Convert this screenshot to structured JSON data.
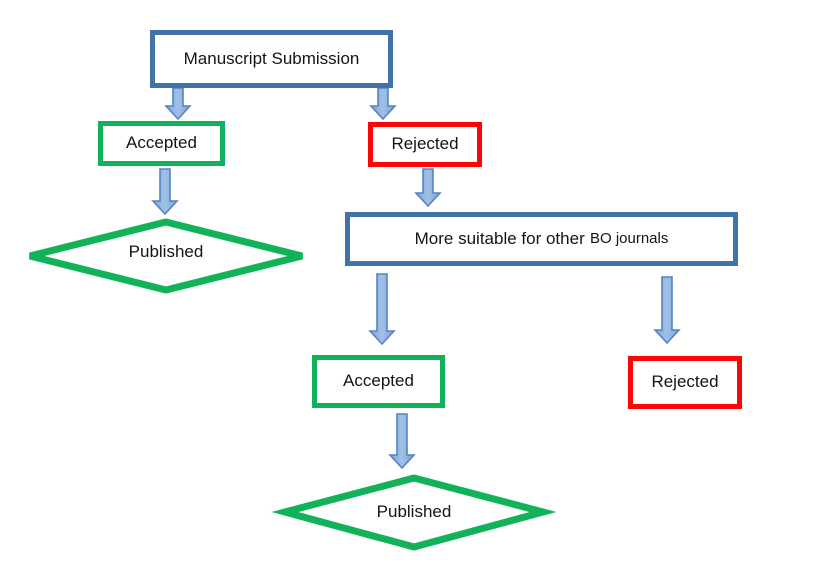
{
  "diagram": {
    "type": "flowchart",
    "description": "Manuscript submission decision flow",
    "nodes": {
      "manuscript_submission": "Manuscript Submission",
      "accepted_top": "Accepted",
      "rejected_top": "Rejected",
      "published_left": "Published",
      "more_suitable_part1": "More suitable for other",
      "more_suitable_part2": "BO journals",
      "accepted_mid": "Accepted",
      "rejected_right": "Rejected",
      "published_bottom": "Published"
    },
    "edges": [
      {
        "from": "manuscript_submission",
        "to": "accepted_top"
      },
      {
        "from": "manuscript_submission",
        "to": "rejected_top"
      },
      {
        "from": "accepted_top",
        "to": "published_left"
      },
      {
        "from": "rejected_top",
        "to": "more_suitable"
      },
      {
        "from": "more_suitable",
        "to": "accepted_mid"
      },
      {
        "from": "more_suitable",
        "to": "rejected_right"
      },
      {
        "from": "accepted_mid",
        "to": "published_bottom"
      }
    ],
    "colors": {
      "process_border_blue": "#4173a6",
      "accepted_green": "#12b25b",
      "rejected_red": "#fb0606",
      "arrow_fill_blue": "#8fb3de",
      "arrow_outline_blue": "#5584c1",
      "background": "#ffffff",
      "text": "#141414"
    }
  }
}
